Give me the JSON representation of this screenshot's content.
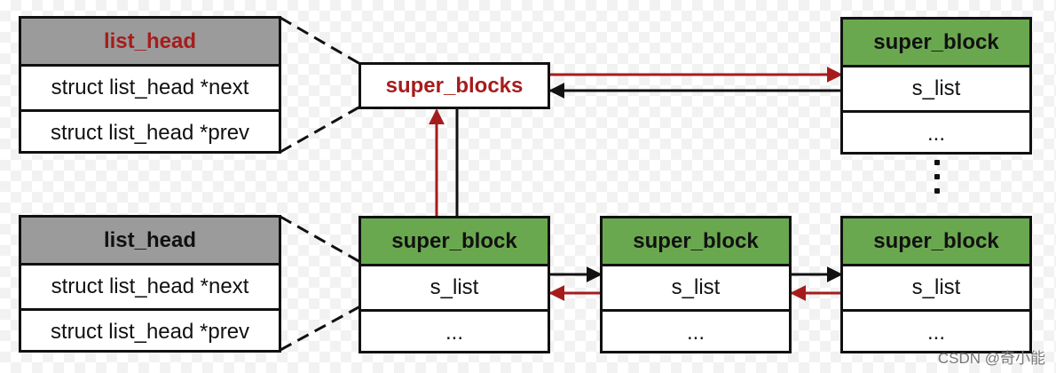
{
  "list_head_top": {
    "title": "list_head",
    "next": "struct list_head *next",
    "prev": "struct list_head *prev"
  },
  "list_head_bottom": {
    "title": "list_head",
    "next": "struct list_head *next",
    "prev": "struct list_head *prev"
  },
  "super_blocks": {
    "label": "super_blocks"
  },
  "super_block_top_right": {
    "title": "super_block",
    "s_list": "s_list",
    "more": "..."
  },
  "super_block_bottom_1": {
    "title": "super_block",
    "s_list": "s_list",
    "more": "..."
  },
  "super_block_bottom_2": {
    "title": "super_block",
    "s_list": "s_list",
    "more": "..."
  },
  "super_block_bottom_3": {
    "title": "super_block",
    "s_list": "s_list",
    "more": "..."
  },
  "watermark": "CSDN @奇小能",
  "colors": {
    "red": "#a61c1c",
    "green_header": "#6aa84f",
    "gray_header": "#9b9b9b",
    "black": "#111111"
  }
}
